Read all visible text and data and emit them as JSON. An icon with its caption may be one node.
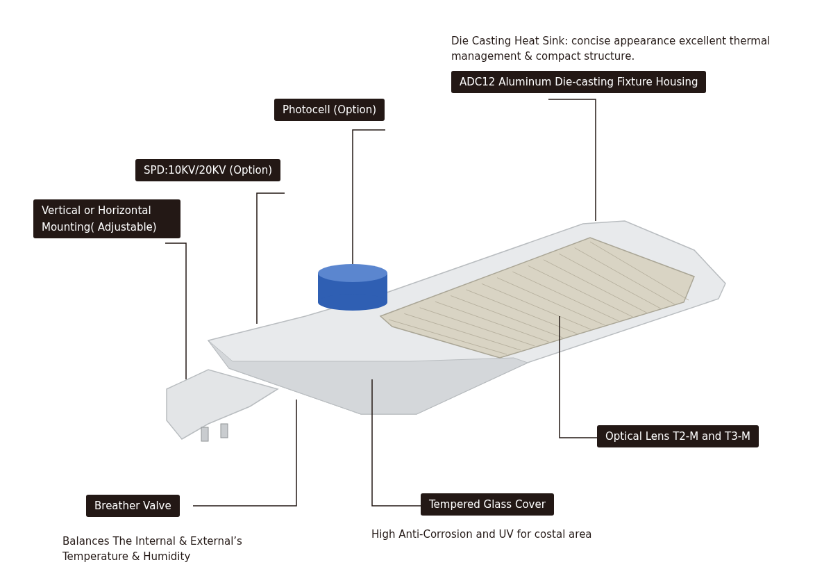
{
  "diagram": {
    "nodes": [
      {
        "text": [
          "ADC12 Aluminum Die-casting Fixture Housing"
        ],
        "beside": [
          "Die Casting Heat Sink: concise appearance excellent thermal management & compact structure."
        ]
      },
      {
        "text": [
          "Photocell (Option)"
        ]
      },
      {
        "text": [
          "SPD:10KV/20KV (Option)"
        ]
      },
      {
        "text": [
          "Vertical or Horizontal Mounting( Adjustable)"
        ]
      },
      {
        "text": [
          "Optical Lens T2-M and T3-M"
        ]
      },
      {
        "text": [
          "Breather Valve"
        ],
        "beside": [
          "Balances The Internal & External’s Temperature & Humidity"
        ]
      },
      {
        "text": [
          "Tempered Glass Cover"
        ],
        "beside": [
          "High Anti-Corrosion and UV for costal area"
        ]
      }
    ],
    "edges": [
      {
        "from": 0,
        "to": null,
        "arrow": "none"
      },
      {
        "from": 1,
        "to": null,
        "arrow": "none"
      },
      {
        "from": 2,
        "to": null,
        "arrow": "none"
      },
      {
        "from": 3,
        "to": null,
        "arrow": "none"
      },
      {
        "from": 4,
        "to": null,
        "arrow": "none"
      },
      {
        "from": 5,
        "to": null,
        "arrow": "none"
      },
      {
        "from": 6,
        "to": null,
        "arrow": "none"
      }
    ]
  }
}
